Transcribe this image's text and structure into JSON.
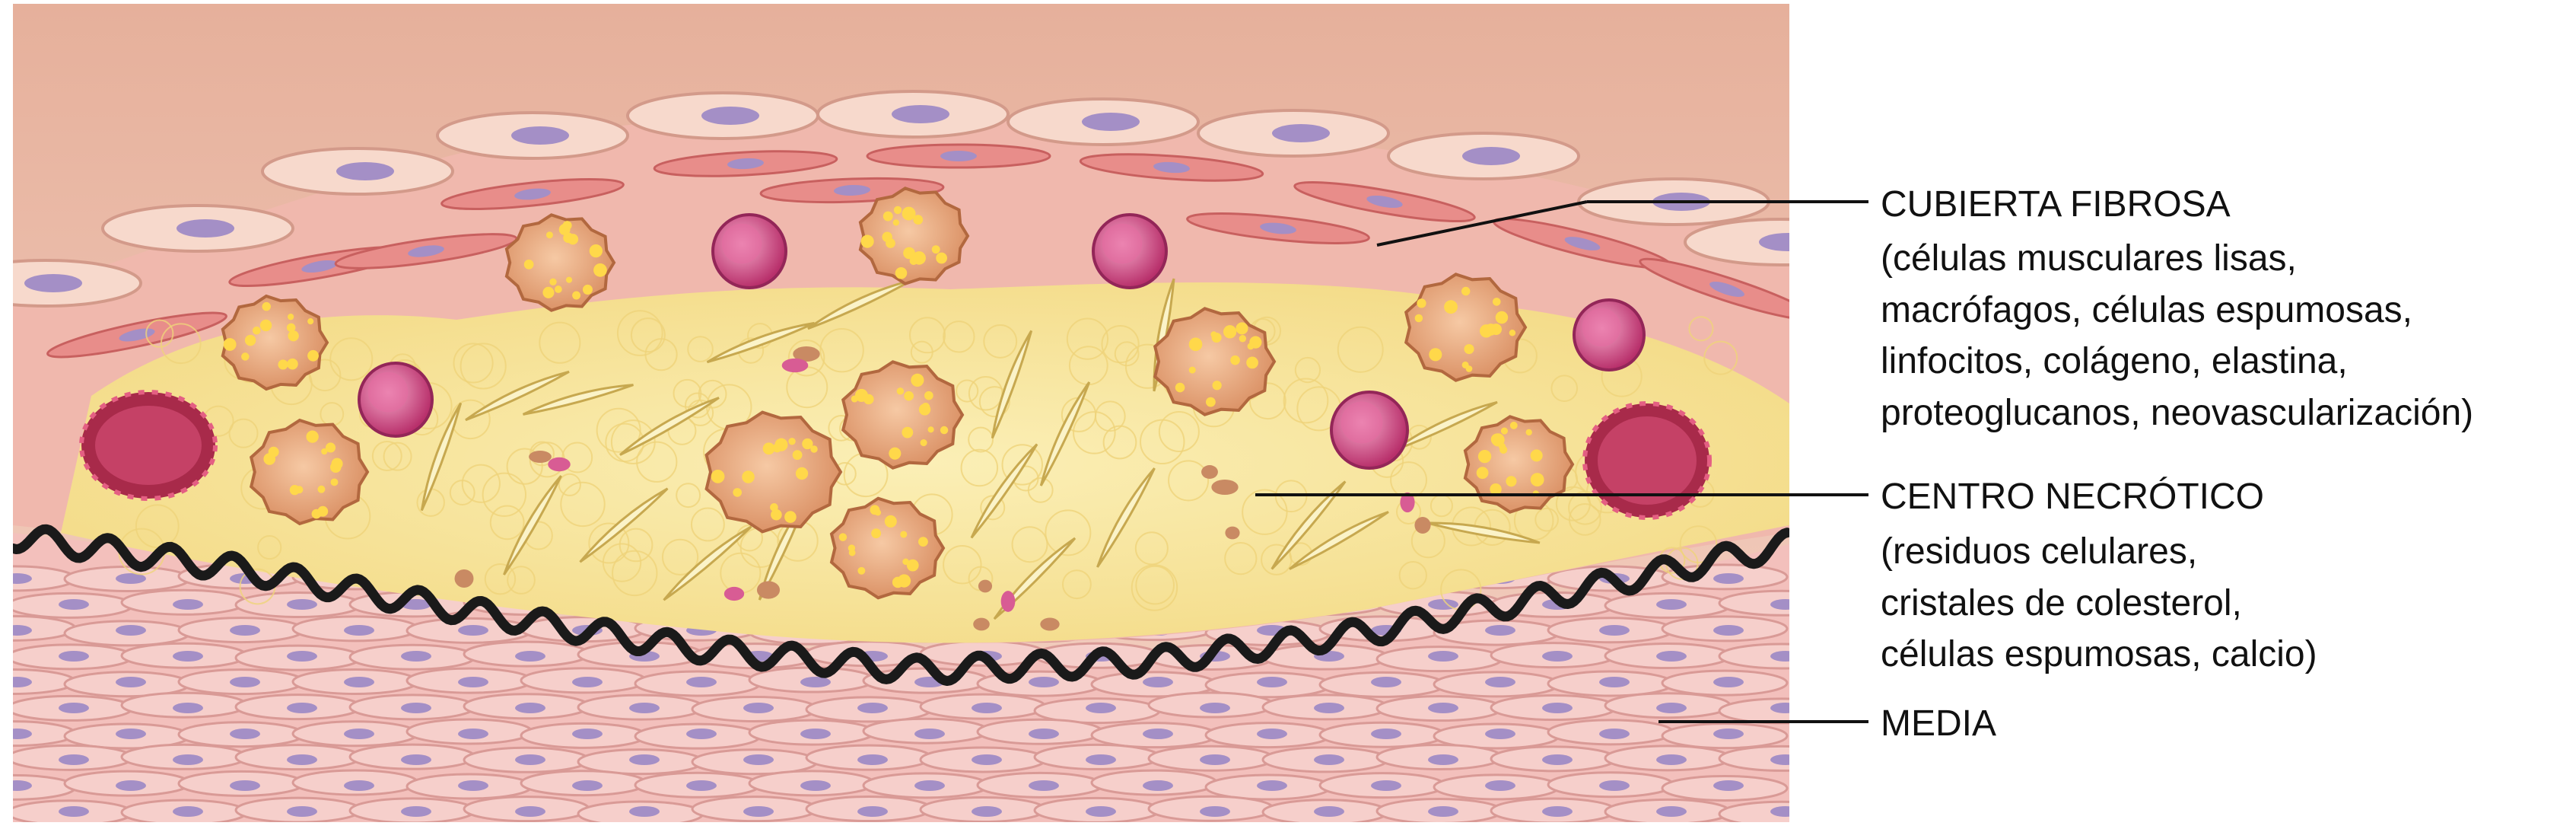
{
  "labels": {
    "fibrous_cap": {
      "title": "CUBIERTA FIBROSA",
      "lines": [
        "(células musculares lisas,",
        "macrófagos, células espumosas,",
        "linfocitos, colágeno, elastina,",
        "proteoglucanos, neovascularización)"
      ]
    },
    "necrotic_core": {
      "title": "CENTRO NECRÓTICO",
      "lines": [
        "(residuos celulares,",
        "cristales de colesterol,",
        "células espumosas, calcio)"
      ]
    },
    "media": {
      "title": "MEDIA"
    }
  },
  "colors": {
    "lumen": "#ecc2b0",
    "endothelium": "#f7d9cc",
    "fibrous_cap": "#f0b8ad",
    "necrotic_core": "#f7e59a",
    "media": "#f3c0bc",
    "elastic_lamina": "#1a1a1a",
    "nucleus": "#a48fc6",
    "foam_cell": "#e3a57d",
    "lymphocyte": "#cf4f86",
    "vessel": "#a82a4a"
  }
}
